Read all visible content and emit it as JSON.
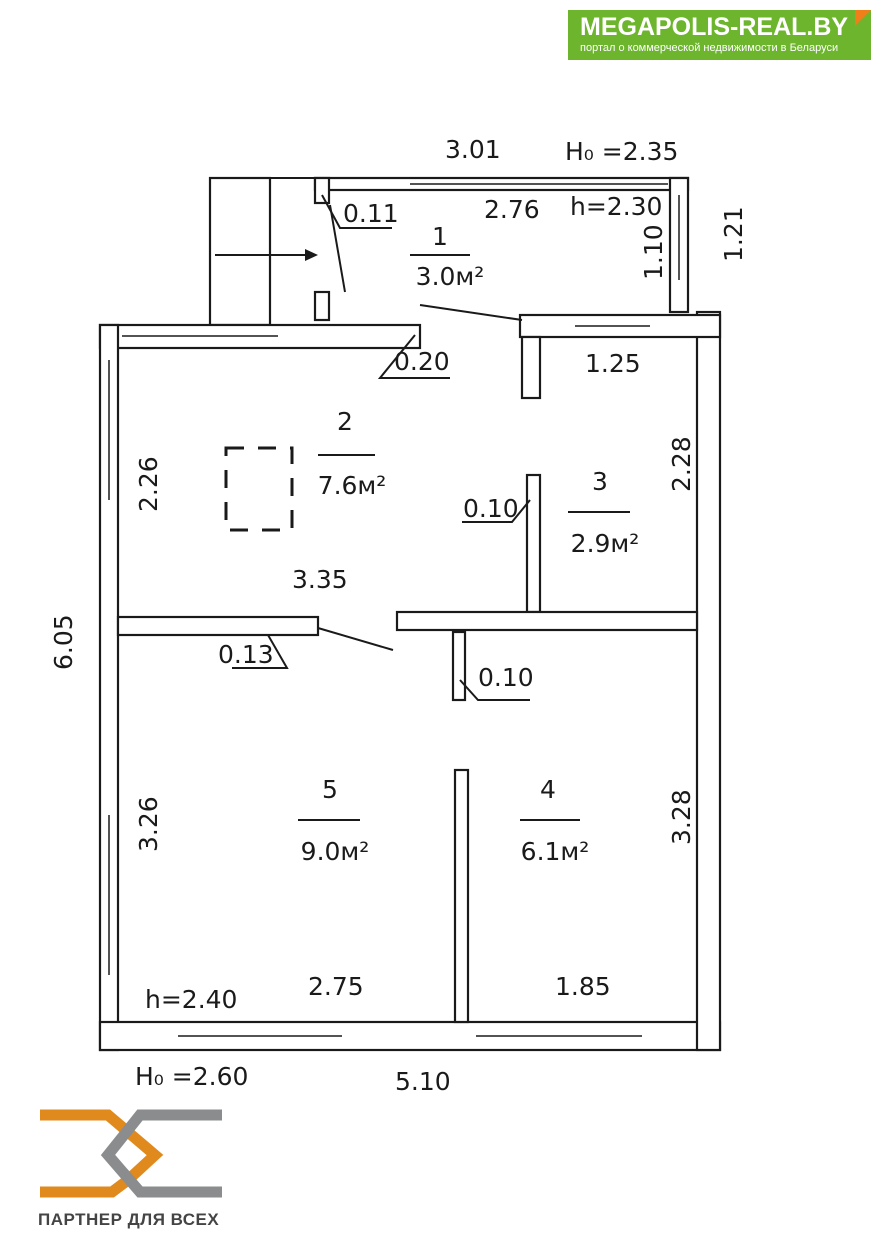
{
  "brand": {
    "title": "MEGAPOLIS-REAL.BY",
    "subtitle": "портал о коммерческой недвижимости в Беларуси",
    "color": "#6cb52d",
    "accent": "#f07f1a"
  },
  "partner": {
    "text": "ПАРТНЕР ДЛЯ ВСЕХ",
    "orange": "#e08a1e",
    "gray": "#8a8c8e"
  },
  "rooms": [
    {
      "number": "1",
      "area": "3.0м²"
    },
    {
      "number": "2",
      "area": "7.6м²"
    },
    {
      "number": "3",
      "area": "2.9м²"
    },
    {
      "number": "4",
      "area": "6.1м²"
    },
    {
      "number": "5",
      "area": "9.0м²"
    }
  ],
  "dimensions": {
    "top_width": "3.01",
    "h0_top": "H₀ =2.35",
    "room1_width": "2.76",
    "h_room1": "h=2.30",
    "wall_011": "0.11",
    "room1_depth": "1.10",
    "outer_121": "1.21",
    "wall_020": "0.20",
    "room3_width": "1.25",
    "room2_depth": "2.26",
    "room3_depth": "2.28",
    "wall_010a": "0.10",
    "room2_width": "3.35",
    "total_depth": "6.05",
    "wall_013": "0.13",
    "wall_010b": "0.10",
    "room5_depth": "3.26",
    "room4_depth": "3.28",
    "h_room5": "h=2.40",
    "room5_width": "2.75",
    "room4_width": "1.85",
    "h0_bottom": "H₀ =2.60",
    "total_width": "5.10"
  }
}
